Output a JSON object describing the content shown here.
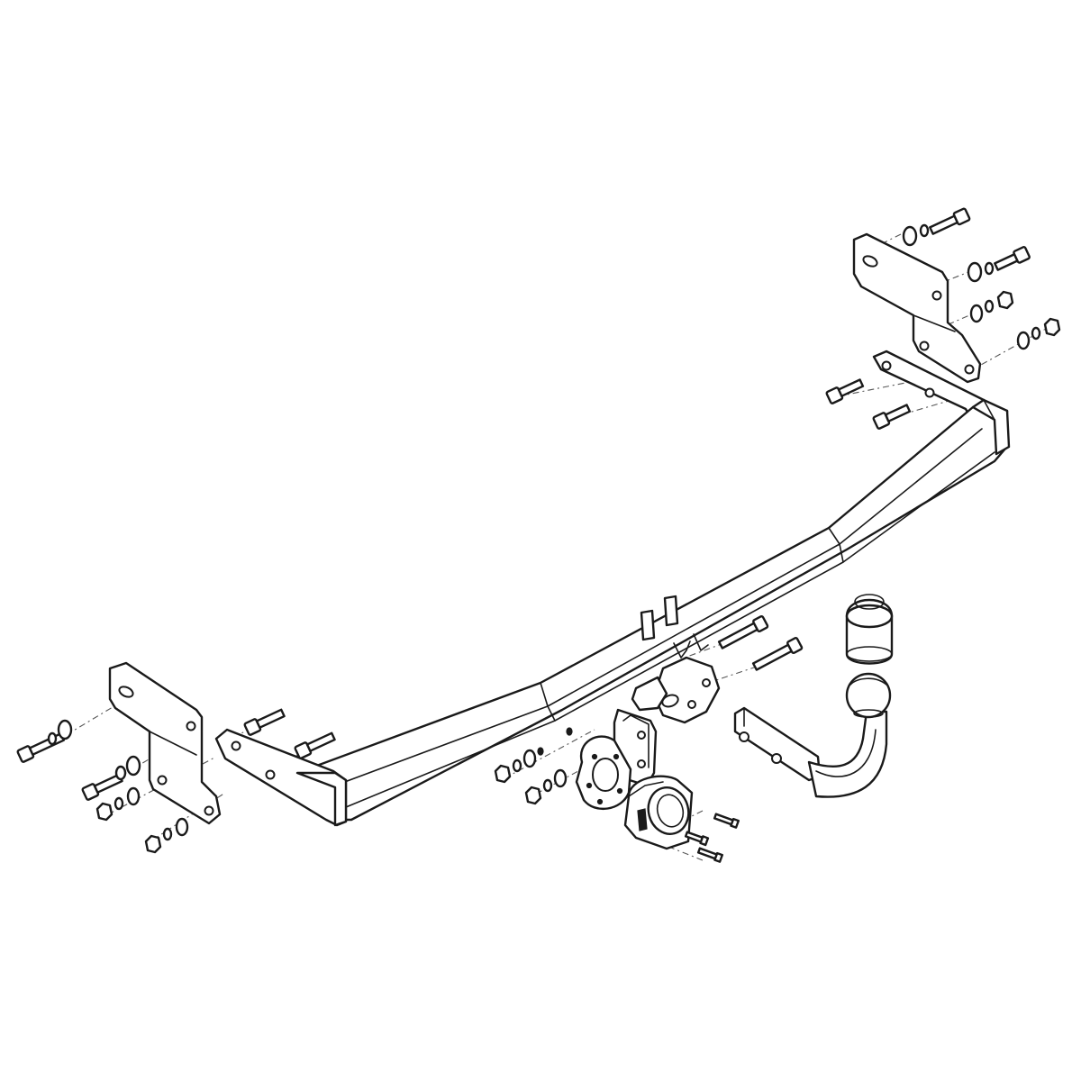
{
  "diagram": {
    "description_visible_text": "",
    "line_color": "#1a1a1a",
    "background_color": "#ffffff",
    "components": [
      "crossbar",
      "left-bracket",
      "right-bracket",
      "tow-ball-arm",
      "tow-ball-cap",
      "electrical-socket",
      "socket-mounting-plate",
      "bolts",
      "nuts",
      "washers"
    ]
  }
}
